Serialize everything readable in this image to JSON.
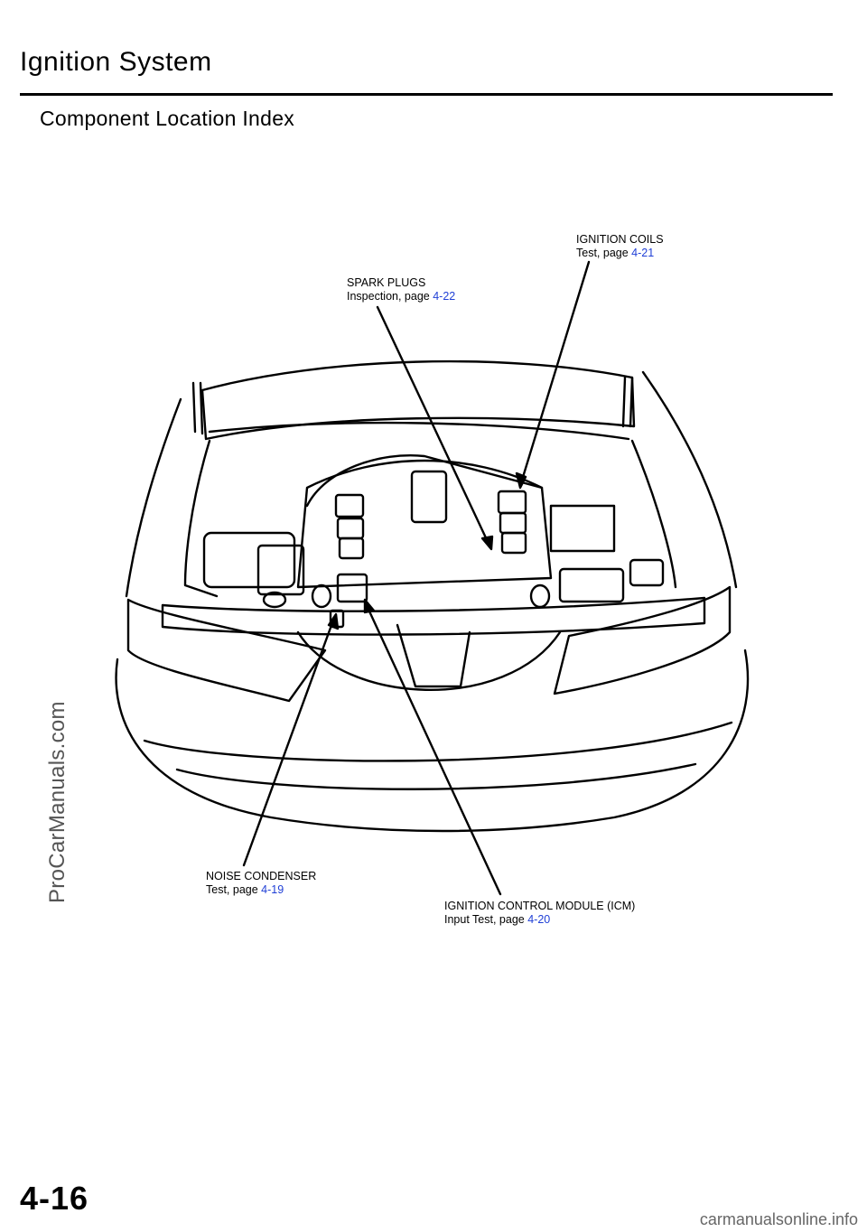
{
  "header": {
    "title": "Ignition System",
    "subtitle": "Component Location Index"
  },
  "callouts": {
    "ignition_coils": {
      "name": "IGNITION  COILS",
      "ref_prefix": "Test, page ",
      "ref_page": "4-21"
    },
    "spark_plugs": {
      "name": "SPARK PLUGS",
      "ref_prefix": "Inspection,  page  ",
      "ref_page": "4-22"
    },
    "noise_condenser": {
      "name": "NOISE  CONDENSER",
      "ref_prefix": "Test,  page  ",
      "ref_page": "4-19"
    },
    "icm": {
      "name": "IGNITION  CONTROL  MODULE  (ICM)",
      "ref_prefix": "Input Test, page ",
      "ref_page": "4-20"
    }
  },
  "watermark": "ProCarManuals.com",
  "page_number": "4-16",
  "footer_watermark": "carmanualsonline.info",
  "colors": {
    "link": "#1f3fd6",
    "ink": "#000000"
  }
}
